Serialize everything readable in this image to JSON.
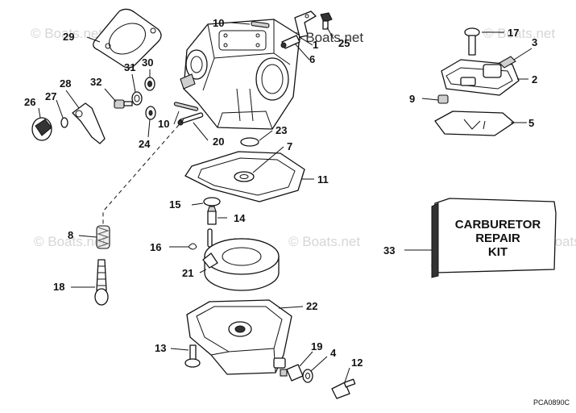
{
  "watermarks": [
    "© Boats.net",
    "© Boats.net",
    "© Boats.net",
    "© Boats.net",
    "© Boats.net",
    "© Boats.net"
  ],
  "kit_label": [
    "CARBURETOR",
    "REPAIR",
    "KIT"
  ],
  "drawing_code": "PCA0890C",
  "callouts": {
    "c1": "1",
    "c2": "2",
    "c3": "3",
    "c4": "4",
    "c5": "5",
    "c6": "6",
    "c7": "7",
    "c8": "8",
    "c9": "9",
    "c10a": "10",
    "c10b": "10",
    "c11": "11",
    "c12": "12",
    "c13": "13",
    "c14": "14",
    "c15": "15",
    "c16": "16",
    "c17": "17",
    "c18": "18",
    "c19": "19",
    "c20": "20",
    "c21": "21",
    "c22": "22",
    "c23": "23",
    "c24": "24",
    "c25": "25",
    "c26": "26",
    "c27": "27",
    "c28": "28",
    "c29": "29",
    "c30": "30",
    "c31": "31",
    "c32": "32",
    "c33": "33"
  }
}
